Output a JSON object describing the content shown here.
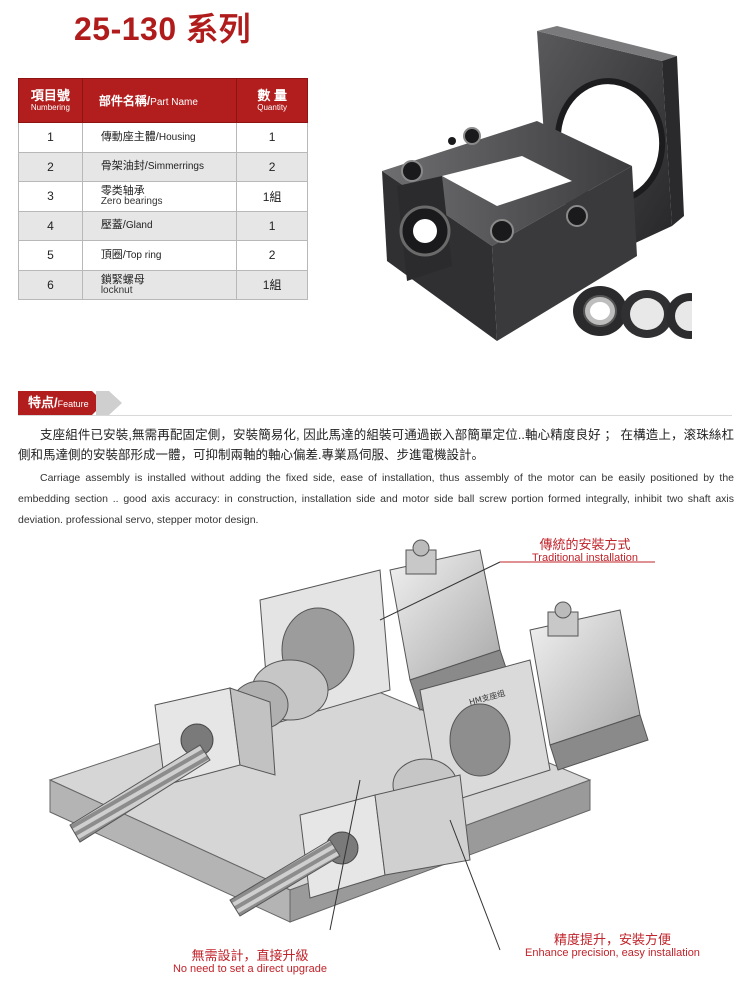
{
  "title": "25-130 系列",
  "table": {
    "headers": {
      "item_zh": "項目號",
      "item_en": "Numbering",
      "name_zh": "部件名稱/",
      "name_en": "Part Name",
      "qty_zh": "數 量",
      "qty_en": "Quantity"
    },
    "rows": [
      {
        "no": "1",
        "name_zh": "傳動座主體/",
        "name_en": "Housing",
        "qty": "1"
      },
      {
        "no": "2",
        "name_zh": "骨架油封/",
        "name_en": "Simmerrings",
        "qty": "2"
      },
      {
        "no": "3",
        "name_zh": "零类轴承",
        "name_en": "Zero bearings",
        "qty": "1組"
      },
      {
        "no": "4",
        "name_zh": "壓蓋/",
        "name_en": "Gland",
        "qty": "1"
      },
      {
        "no": "5",
        "name_zh": "頂圈/",
        "name_en": "Top ring",
        "qty": "2"
      },
      {
        "no": "6",
        "name_zh": "鎖緊螺母",
        "name_en": "locknut",
        "qty": "1組"
      }
    ]
  },
  "feature": {
    "tab_zh": "特点/",
    "tab_en": "Feature",
    "text_zh": "支座組件已安裝,無需再配固定側，安裝簡易化, 因此馬達的組裝可通過嵌入部簡單定位..軸心精度良好 ；  在構造上，滚珠絲杠側和馬達側的安裝部形成一體，可抑制兩軸的軸心偏差.專業爲伺服、步進電機設計。",
    "text_en": "Carriage assembly is installed without adding the fixed side, ease of installation, thus assembly of the motor can be easily positioned by the embedding section .. good axis accuracy: in construction, installation side and motor side ball screw portion formed integrally, inhibit two shaft axis deviation. professional servo, stepper motor design."
  },
  "callouts": {
    "traditional_zh": "傳統的安裝方式",
    "traditional_en": "Traditional installation",
    "enhance_zh": "精度提升，安裝方便",
    "enhance_en": "Enhance precision, easy installation",
    "noneed_zh": "無需設計，直接升級",
    "noneed_en": "No need to set a direct upgrade"
  },
  "diagram_label": "HM支座组",
  "colors": {
    "accent": "#b21e1e",
    "callout": "#c0232a"
  }
}
